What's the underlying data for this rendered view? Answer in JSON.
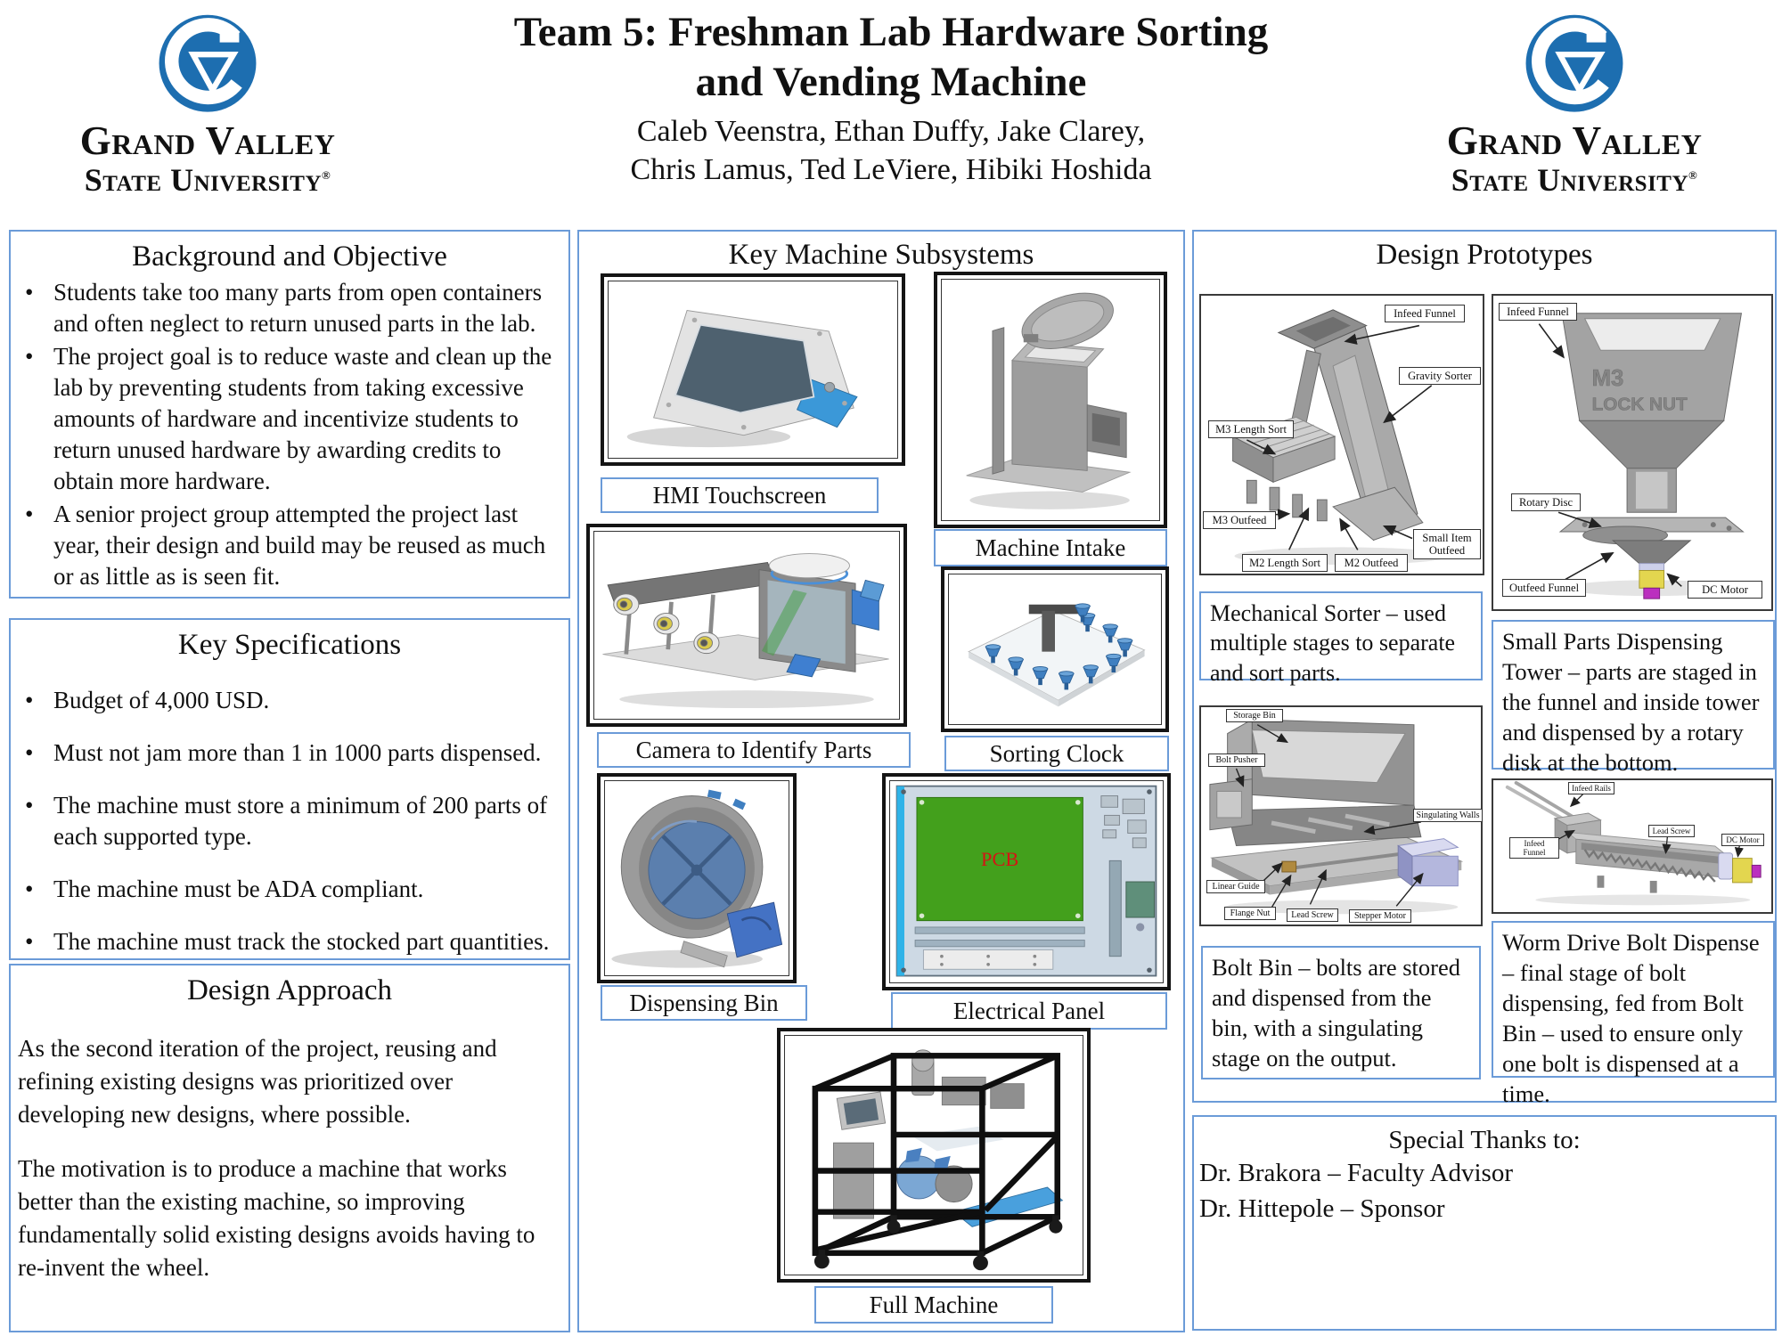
{
  "header": {
    "title_line1": "Team 5: Freshman Lab Hardware Sorting",
    "title_line2": "and Vending Machine",
    "authors_line1": "Caleb Veenstra, Ethan Duffy, Jake Clarey,",
    "authors_line2": "Chris Lamus, Ted LeViere, Hibiki Hoshida",
    "logo": {
      "name_line1": "Grand Valley",
      "name_line2": "State University",
      "registered_mark": "®"
    }
  },
  "left_column": {
    "background": {
      "title": "Background and Objective",
      "bullets": [
        "Students take too many parts from open containers and often neglect to return unused parts in the lab.",
        "The project goal is to reduce waste and clean up the lab by preventing students from taking excessive amounts of hardware and incentivize students to return unused hardware by awarding credits to obtain more hardware.",
        "A senior project group attempted the project last year, their design and build may be reused as much or as little as is seen fit."
      ]
    },
    "specs": {
      "title": "Key Specifications",
      "bullets": [
        "Budget of 4,000 USD.",
        "Must not jam more than 1 in 1000 parts dispensed.",
        "The machine must store a minimum of 200 parts of each supported type.",
        "The machine must be ADA compliant.",
        "The machine must track the stocked part quantities."
      ]
    },
    "approach": {
      "title": "Design Approach",
      "paragraphs": [
        "As the second iteration of the project, reusing and refining existing designs was prioritized over developing new designs, where possible.",
        "The motivation is to produce a machine that works better than the existing machine, so improving fundamentally solid existing designs avoids having to re-invent the wheel."
      ]
    }
  },
  "middle_column": {
    "title": "Key Machine Subsystems",
    "captions": {
      "hmi": "HMI Touchscreen",
      "intake": "Machine Intake",
      "camera": "Camera to Identify Parts",
      "clock": "Sorting Clock",
      "bin": "Dispensing Bin",
      "panel": "Electrical Panel",
      "full": "Full Machine"
    },
    "panel_pcb_label": "PCB"
  },
  "right_column": {
    "title": "Design Prototypes",
    "mech_sorter": {
      "labels": [
        "Infeed Funnel",
        "Gravity Sorter",
        "M3 Length Sort",
        "M3 Outfeed",
        "M2 Length Sort",
        "M2 Outfeed",
        "Small Item Outfeed"
      ],
      "caption": "Mechanical Sorter – used multiple stages to separate and sort parts."
    },
    "tower": {
      "labels": [
        "Infeed Funnel",
        "Rotary Disc",
        "Outfeed Funnel",
        "DC Motor"
      ],
      "embossed_line1": "M3",
      "embossed_line2": "LOCK NUT",
      "caption": "Small Parts Dispensing Tower – parts are staged in the funnel and inside tower and dispensed by a rotary disk at the bottom."
    },
    "bolt_bin": {
      "labels": [
        "Storage Bin",
        "Bolt Pusher",
        "Singulating Walls",
        "Linear Guide",
        "Flange Nut",
        "Lead Screw",
        "Stepper Motor"
      ],
      "caption": "Bolt Bin – bolts are stored and dispensed from the bin, with a singulating stage on the output."
    },
    "worm_drive": {
      "labels": [
        "Infeed Rails",
        "Infeed Funnel",
        "Lead Screw",
        "DC Motor"
      ],
      "caption": "Worm Drive Bolt Dispense – final stage of bolt dispensing, fed from Bolt Bin – used to ensure only one bolt is dispensed at a time."
    },
    "thanks": {
      "title": "Special Thanks to:",
      "lines": [
        "Dr. Brakora – Faculty Advisor",
        "Dr. Hittepole – Sponsor"
      ]
    }
  },
  "colors": {
    "section_border_blue": "#6b9bd8",
    "logo_blue": "#1d6eb0",
    "pcb_green": "#43a01c",
    "pcb_text_red": "#d41414",
    "part_accent_blue": "#3f7fc0",
    "frame_black": "#141414"
  }
}
